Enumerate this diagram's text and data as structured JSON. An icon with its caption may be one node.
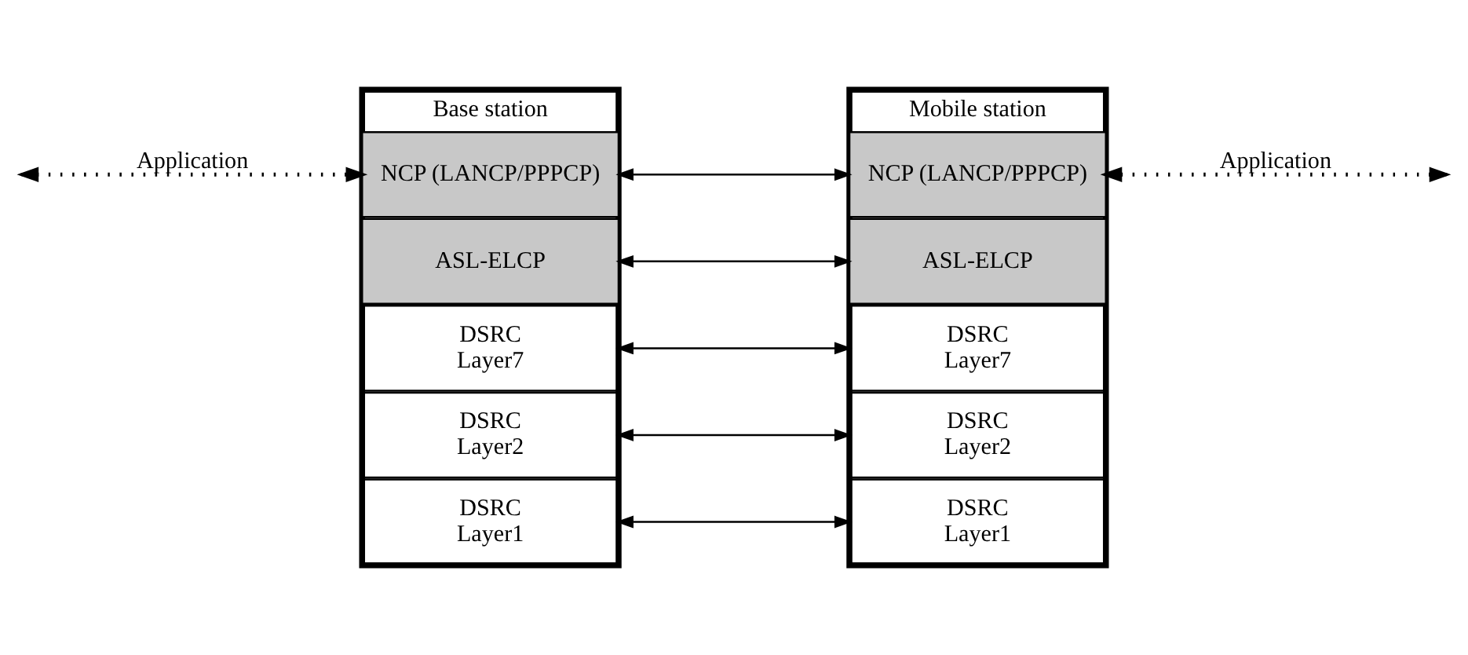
{
  "diagram": {
    "nodes": [
      {
        "text": [
          "Base station"
        ]
      },
      {
        "text": [
          "NCP (LANCP/PPPCP)"
        ],
        "in": 0
      },
      {
        "text": [
          "ASL-ELCP"
        ],
        "in": 0
      },
      {
        "text": [
          "DSRC Layer7"
        ],
        "in": 0
      },
      {
        "text": [
          "DSRC Layer2"
        ],
        "in": 0
      },
      {
        "text": [
          "DSRC Layer1"
        ],
        "in": 0
      },
      {
        "text": [
          "Mobile station"
        ]
      },
      {
        "text": [
          "NCP (LANCP/PPPCP)"
        ],
        "in": 6
      },
      {
        "text": [
          "ASL-ELCP"
        ],
        "in": 6
      },
      {
        "text": [
          "DSRC Layer7"
        ],
        "in": 6
      },
      {
        "text": [
          "DSRC Layer2"
        ],
        "in": 6
      },
      {
        "text": [
          "DSRC Layer1"
        ],
        "in": 6
      }
    ],
    "edges": [
      {
        "from": null,
        "to": 1,
        "arrow": "both",
        "style": "dashed",
        "label": "Application"
      },
      {
        "from": 1,
        "to": 7,
        "arrow": "both"
      },
      {
        "from": 2,
        "to": 8,
        "arrow": "both"
      },
      {
        "from": 3,
        "to": 9,
        "arrow": "both"
      },
      {
        "from": 4,
        "to": 10,
        "arrow": "both"
      },
      {
        "from": 5,
        "to": 11,
        "arrow": "both"
      },
      {
        "from": 7,
        "to": null,
        "arrow": "both",
        "style": "dashed",
        "label": "Application"
      }
    ]
  }
}
